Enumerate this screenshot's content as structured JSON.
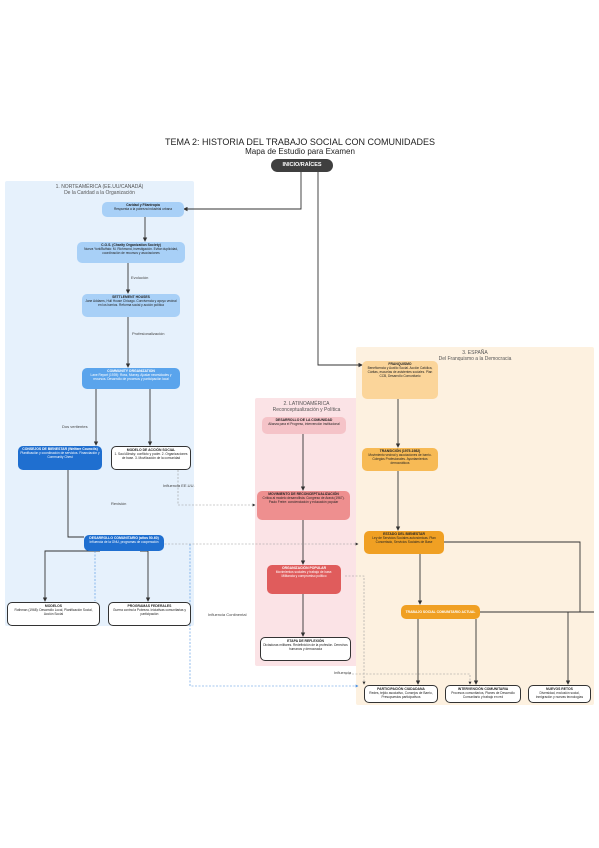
{
  "header": {
    "title": "TEMA 2: HISTORIA DEL TRABAJO SOCIAL CON COMUNIDADES",
    "subtitle": "Mapa de Estudio para Examen",
    "root": "INICIO/RAÍCES"
  },
  "regions": {
    "usa": {
      "title1": "1. NORTEAMÉRICA (EE.UU/CANADÁ)",
      "title2": "De la Caridad a la Organización"
    },
    "latam": {
      "title1": "2. LATINOAMÉRICA",
      "title2": "Reconceptualización y Política"
    },
    "spain": {
      "title1": "3. ESPAÑA",
      "title2": "Del Franquismo a la Democracia"
    }
  },
  "nodes": {
    "charity": {
      "title": "Caridad y Filantropía",
      "body": "Respuesta a la pobreza industrial urbana"
    },
    "cos": {
      "title": "C.O.S. (Charity Organization Society)",
      "body": "Nueva York/Buffalo: M. Richmond, investigación. Evitar duplicidad, coordinación de recursos y asociaciones"
    },
    "settlement": {
      "title": "SETTLEMENT HOUSES",
      "body": "Jane Addams, Hull House Chicago. Convivencia y apoyo vecinal en los barrios. Reforma social y acción política"
    },
    "community_org": {
      "title": "COMMUNITY ORGANIZATION",
      "body": "Lane Report (1939): Ross, Murray. Ajustar necesidades y recursos. Desarrollo de procesos y participación local"
    },
    "welfare_councils": {
      "title": "CONSEJOS DE BIENESTAR (Welfare Councils)",
      "body": "Planificación y coordinación de servicios. Financiación y Community Chest"
    },
    "alinsky": {
      "title": "MODELO DE ACCIÓN SOCIAL",
      "body": "1. Saul Alinsky: conflicto y poder. 2. Organizaciones de base. 3. Movilización de la comunidad"
    },
    "dev_community": {
      "title": "DESARROLLO COMUNITARIO (años 50-60)",
      "body": "Influencia de la ONU, programas de cooperación"
    },
    "models": {
      "title": "MODELOS",
      "body": "Rothman (1968): Desarrollo Local, Planificación Social, Acción Social"
    },
    "programs": {
      "title": "PROGRAMAS FEDERALES",
      "body": "Guerra contra la Pobreza. Iniciativas comunitarias y participación"
    },
    "community_dev_latam": {
      "title": "DESARROLLO DE LA COMUNIDAD",
      "body": "Alianza para el Progreso, intervención institucional"
    },
    "reconcept": {
      "title": "MOVIMIENTO DE RECONCEPTUALIZACIÓN",
      "body": "Crítica al modelo desarrollista. Congreso de Araxá (1967). Paulo Freire: concienciación y educación popular"
    },
    "popular": {
      "title": "ORGANIZACIÓN POPULAR",
      "body": "Movimientos sociales y trabajo de base. Militancia y compromiso político"
    },
    "reflexion": {
      "title": "ETAPA DE REFLEXIÓN",
      "body": "Dictaduras militares. Redefinición de la profesión. Derechos humanos y democracia"
    },
    "franquismo": {
      "title": "FRANQUISMO",
      "body": "Beneficencia y Auxilio Social. Acción Católica, Cáritas, escuelas de asistentes sociales. Plan CCB, Desarrollo Comunitario"
    },
    "transition": {
      "title": "TRANSICIÓN (1975-1982)",
      "body": "Movimiento vecinal y asociaciones de barrio. Colegios Profesionales. Ayuntamientos democráticos"
    },
    "welfare_state": {
      "title": "ESTADO DEL BIENESTAR",
      "body": "Ley de Servicios Sociales autonómicas. Plan Concertado, Servicios Sociales de Base"
    },
    "current": {
      "title": "TRABAJO SOCIAL COMUNITARIO ACTUAL",
      "body": ""
    },
    "participation": {
      "title": "PARTICIPACIÓN CIUDADANA",
      "body": "Redes, tejido asociativo, Consejos de Barrio, Presupuestos participativos"
    },
    "intervention": {
      "title": "INTERVENCIÓN COMUNITARIA",
      "body": "Procesos comunitarios, Planes de Desarrollo Comunitario y trabajo en red"
    },
    "challenges": {
      "title": "NUEVOS RETOS",
      "body": "Diversidad, exclusión social, inmigración y nuevas tecnologías"
    }
  },
  "edge_labels": {
    "evolution": "Evolución",
    "professional": "Profesionalización",
    "two_paths": "Dos vertientes",
    "influence_us": "Influencia EE.UU.",
    "revision": "Revisión",
    "influence_world": "Influencia Continental",
    "influence_latam": "Influencia"
  },
  "colors": {
    "usa_bg": "#e6f1fc",
    "latam_bg": "#fbe3e6",
    "spain_bg": "#fdf1e0",
    "usa_light": "#a8d0f7",
    "usa_mid": "#5aa4ec",
    "usa_dark": "#1f6fd0",
    "latam_light": "#f5c3c8",
    "latam_mid": "#ee8f8f",
    "latam_dark": "#e05c5c",
    "spain_light": "#fbd59a",
    "spain_mid": "#f7ba55",
    "spain_dark": "#f0a023",
    "root": "#3f3f3f"
  }
}
